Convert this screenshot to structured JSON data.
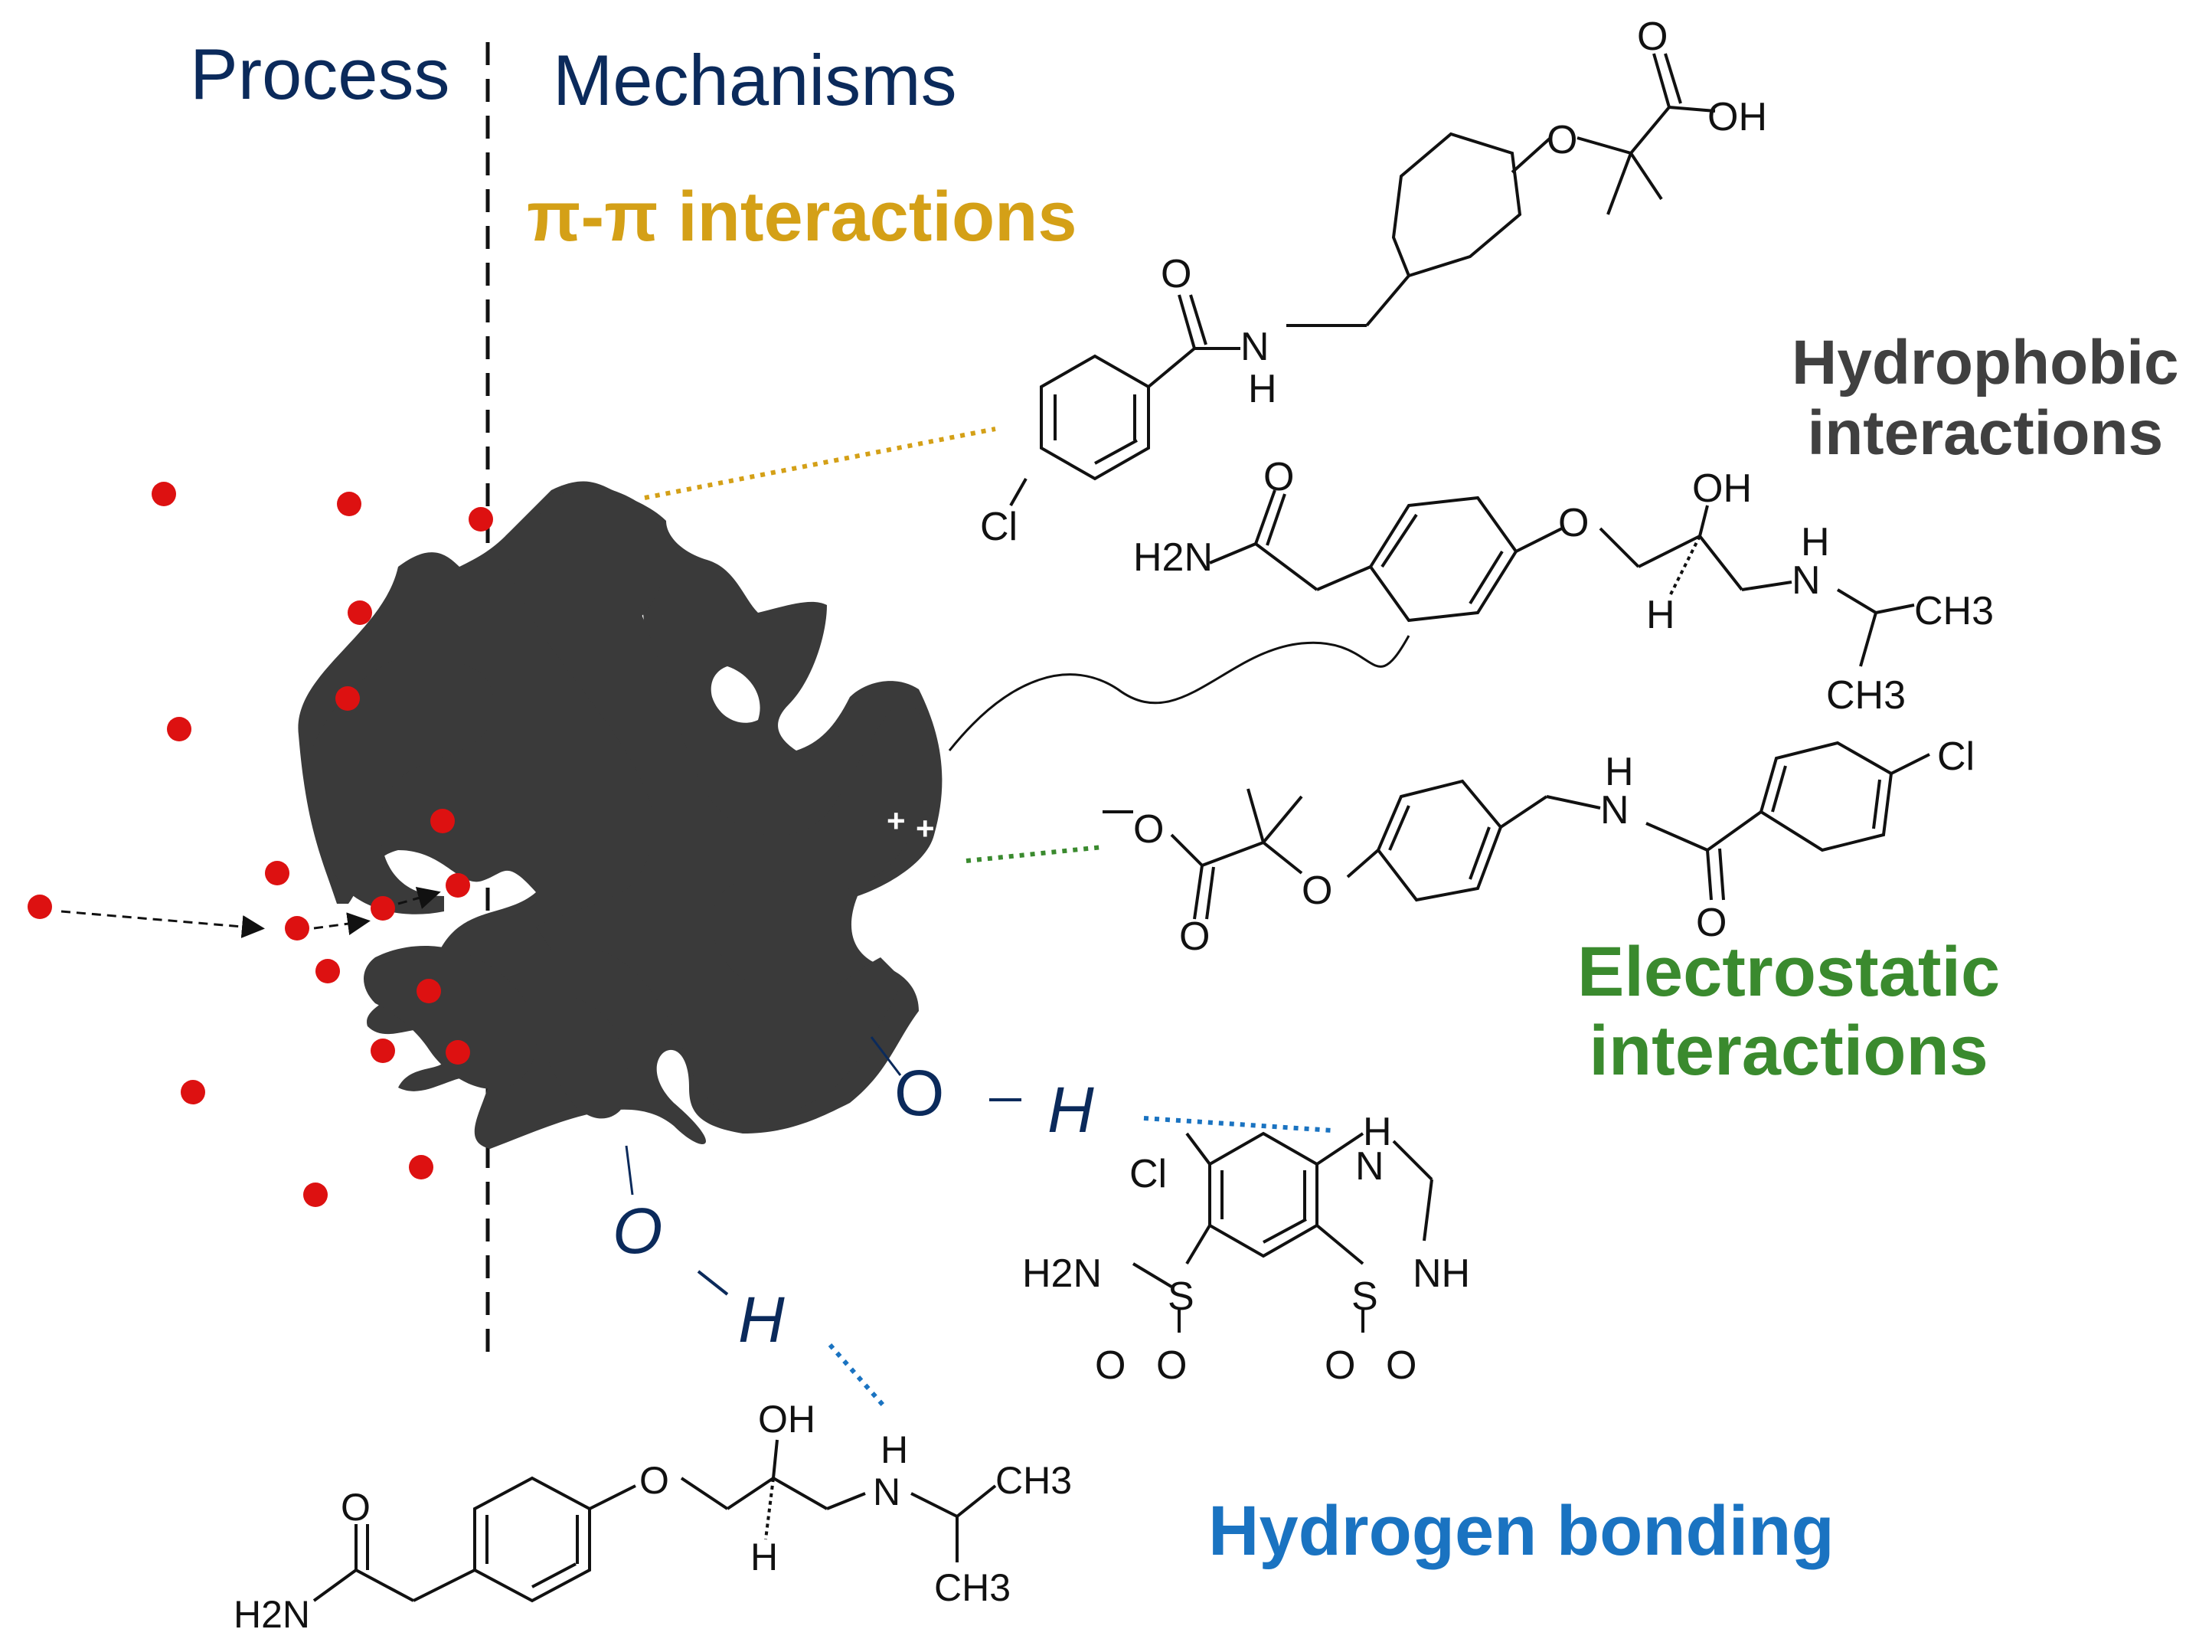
{
  "headers": {
    "process": "Process",
    "mechanisms": "Mechanisms"
  },
  "mechanisms": {
    "pi_pi": "π-π interactions",
    "hydrophobic": [
      "Hydrophobic",
      "interactions"
    ],
    "electrostatic": [
      "Electrostatic",
      "interactions"
    ],
    "hydrogen": "Hydrogen bonding"
  },
  "bond_atoms": {
    "oxygen": "O",
    "hydrogen": "H"
  },
  "charges": "+",
  "atoms": {
    "o": "O",
    "oh": "OH",
    "n": "N",
    "h": "H",
    "cl": "Cl",
    "nh": "NH",
    "h2n": "H2N",
    "ch3": "CH3",
    "s": "S"
  },
  "colors": {
    "pi_pi": "#d4a017",
    "hydrophobic": "#404040",
    "electrostatic": "#3a8a2e",
    "hydrogen": "#1a73c1",
    "header": "#0b2a5b",
    "adsorbent": "#3a3a3a",
    "adsorbate_dot": "#dd1111",
    "hbond_atoms": "#0b2a5b"
  }
}
